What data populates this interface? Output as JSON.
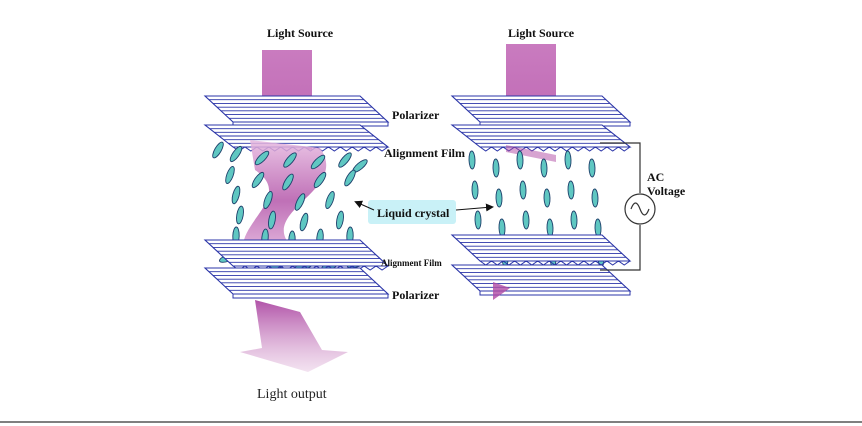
{
  "labels": {
    "light_source_left": "Light Source",
    "light_source_right": "Light Source",
    "polarizer_top": "Polarizer",
    "alignment_film_top": "Alignment Film",
    "liquid_crystal": "Liquid crystal",
    "alignment_film_bottom": "Alignment Film",
    "polarizer_bottom": "Polarizer",
    "ac_voltage_line1": "AC",
    "ac_voltage_line2": "Voltage",
    "light_output": "Light output"
  },
  "colors": {
    "line": "#2b35a8",
    "light": "#b04aa4",
    "light_pale": "#d9a3d2",
    "crystal": "#5fc7c2",
    "crystal_edge": "#1d3f6a",
    "highlight": "#c9f1f7",
    "footer_line": "#555555"
  },
  "icons": {
    "ac_source": "sine-wave-source-icon",
    "arrow": "pointer-arrow-icon"
  }
}
